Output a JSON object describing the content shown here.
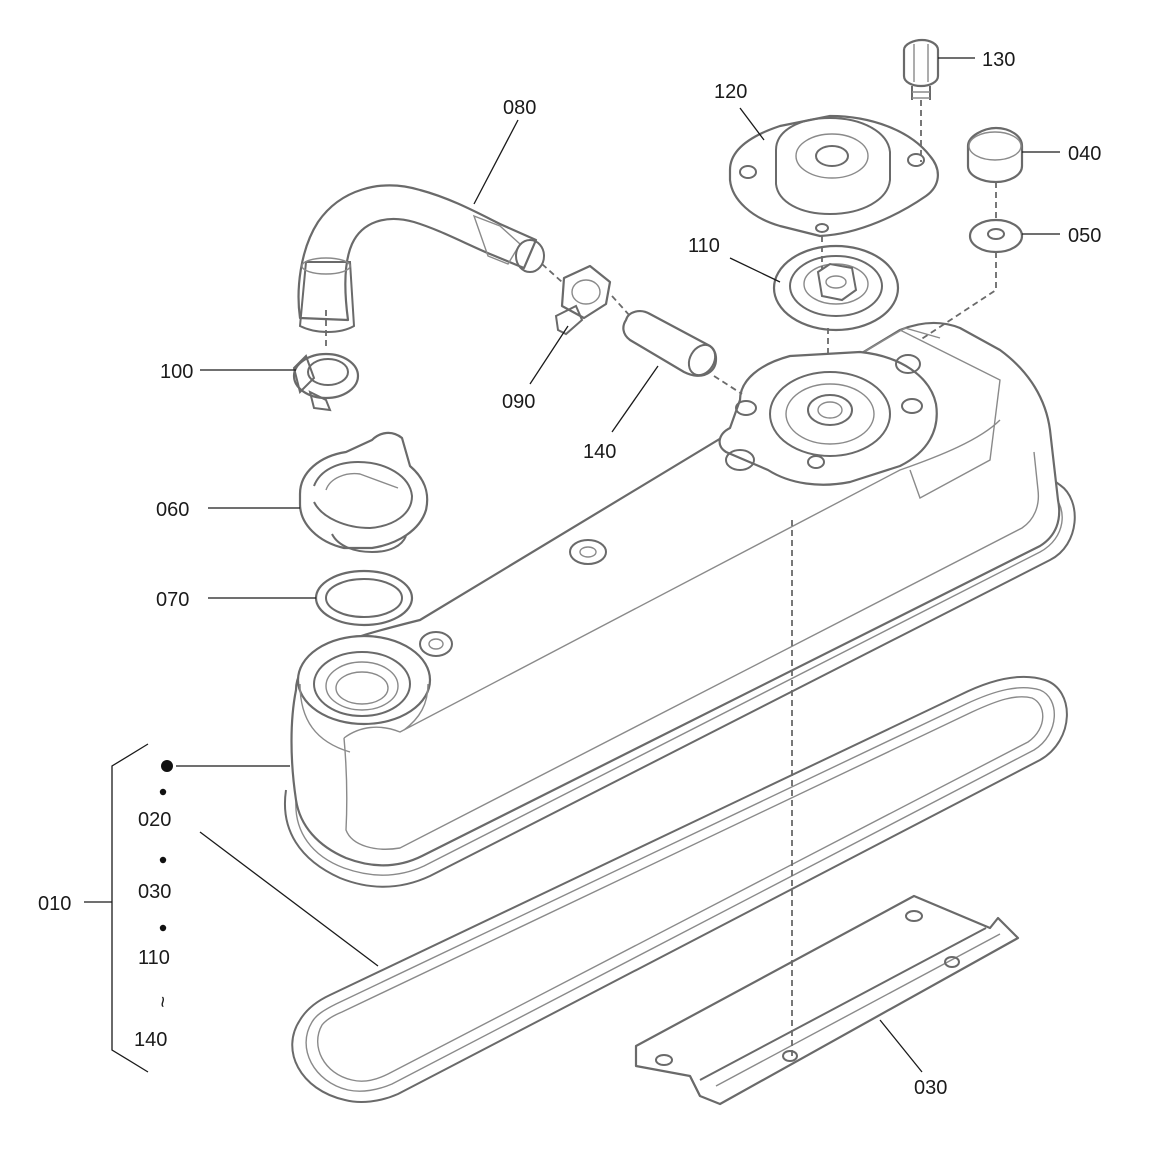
{
  "callouts": {
    "p010": "010",
    "p020": "020",
    "p030_list": "030",
    "p030": "030",
    "p040": "040",
    "p050": "050",
    "p060": "060",
    "p070": "070",
    "p080": "080",
    "p090": "090",
    "p100": "100",
    "p110_list": "110",
    "p110": "110",
    "p120": "120",
    "p130": "130",
    "p140_list": "140",
    "p140": "140",
    "range_symbol": "~"
  }
}
